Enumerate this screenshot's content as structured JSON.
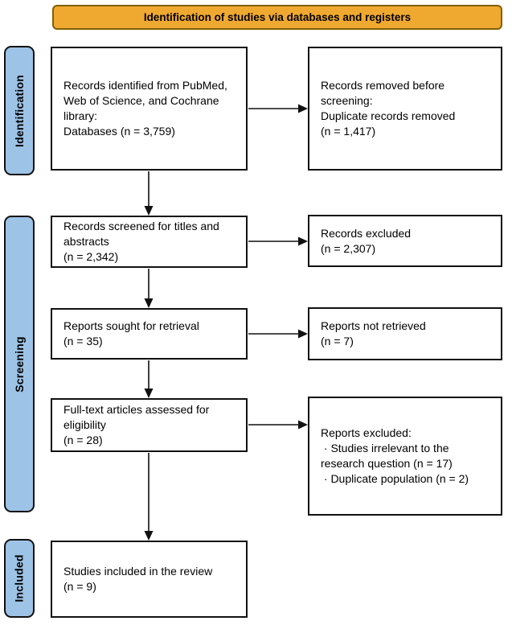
{
  "header": {
    "title": "Identification of studies via databases and registers"
  },
  "sidebar": {
    "identification": "Identification",
    "screening": "Screening",
    "included": "Included"
  },
  "flow": {
    "records_identified": "Records identified from PubMed,\nWeb of Science, and Cochrane\nlibrary:\nDatabases (n = 3,759)",
    "records_removed": "Records removed before\nscreening:\nDuplicate records removed\n(n = 1,417)",
    "records_screened": "Records screened for titles and\nabstracts\n(n = 2,342)",
    "records_excluded": "Records excluded\n(n = 2,307)",
    "reports_sought": "Reports sought for retrieval\n(n = 35)",
    "reports_not_retrieved": "Reports not retrieved\n(n = 7)",
    "fulltext_assessed": "Full-text articles assessed for\neligibility\n(n = 28)",
    "reports_excluded": "Reports excluded:\n · Studies irrelevant to the\nresearch question (n = 17)\n · Duplicate population (n = 2)",
    "studies_included": "Studies included in the review\n(n = 9)"
  },
  "colors": {
    "header_fill": "#F0A930",
    "header_border": "#7F6000",
    "stage_fill": "#9DC3E6",
    "box_border": "#111111"
  }
}
